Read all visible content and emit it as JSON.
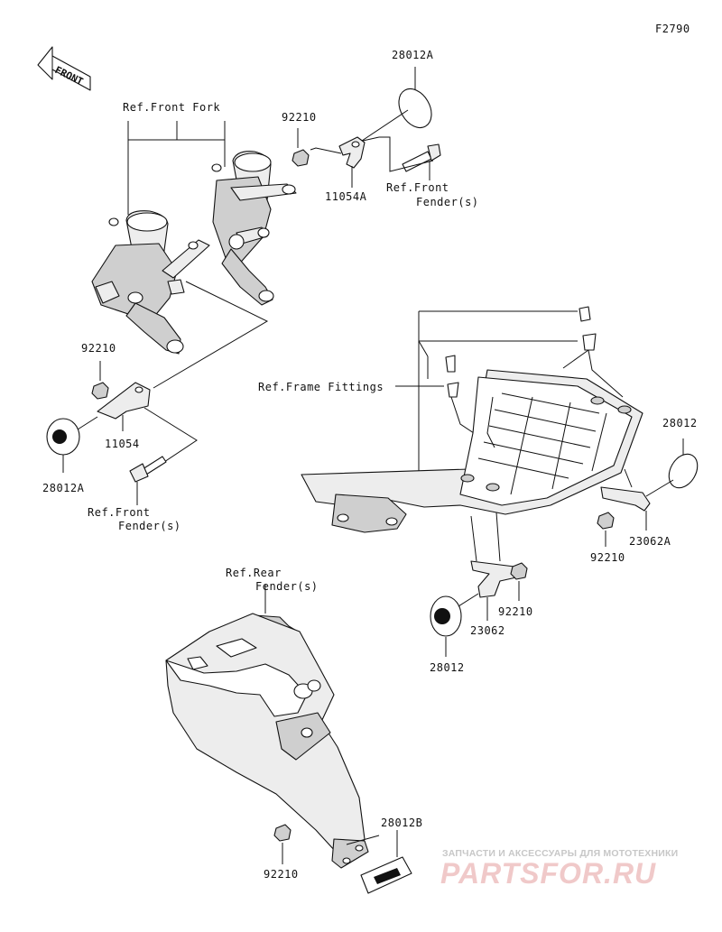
{
  "diagram": {
    "code": "F2790",
    "front_arrow": "FRONT",
    "labels": {
      "ref_front_fork": "Ref.Front Fork",
      "p28012A_top": "28012A",
      "p92210_top": "92210",
      "p11054A": "11054A",
      "ref_front_fender_top_1": "Ref.Front",
      "ref_front_fender_top_2": "Fender(s)",
      "p92210_left": "92210",
      "p11054": "11054",
      "p28012A_left": "28012A",
      "ref_front_fender_left_1": "Ref.Front",
      "ref_front_fender_left_2": "Fender(s)",
      "ref_frame_fittings": "Ref.Frame Fittings",
      "p28012_right": "28012",
      "p23062A": "23062A",
      "p92210_right": "92210",
      "p92210_mid": "92210",
      "p23062": "23062",
      "p28012_mid": "28012",
      "ref_rear_fender_1": "Ref.Rear",
      "ref_rear_fender_2": "Fender(s)",
      "p28012B": "28012B",
      "p92210_bottom": "92210"
    }
  },
  "watermark": {
    "tagline": "ЗАПЧАСТИ И АКСЕССУАРЫ ДЛЯ МОТОТЕХНИКИ",
    "logo": "PARTSFOR.RU"
  }
}
